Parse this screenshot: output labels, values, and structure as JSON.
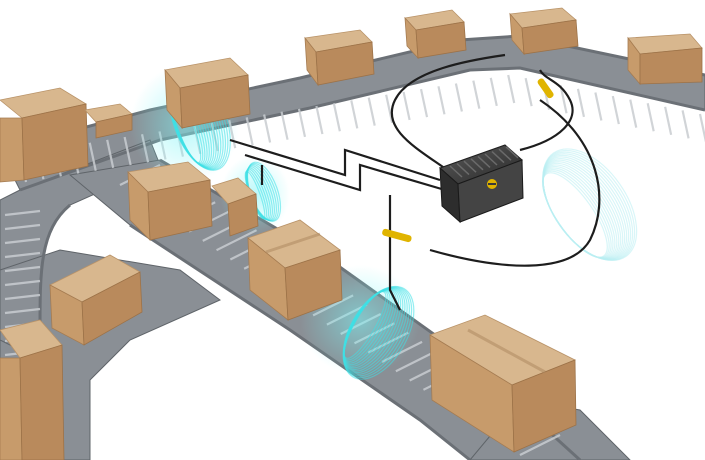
{
  "scene": {
    "background": "#ffffff",
    "conveyor_color": "#8a8f95",
    "box_color": "#c79b6b",
    "signal_color": "#3fe0e6",
    "reader_color": "#3a3a3a",
    "connector_color": "#e0b400",
    "objects": [
      "conveyor-belt-network",
      "cardboard-boxes",
      "rfid-antenna-fields",
      "rfid-reader-unit",
      "antenna-cables"
    ]
  }
}
